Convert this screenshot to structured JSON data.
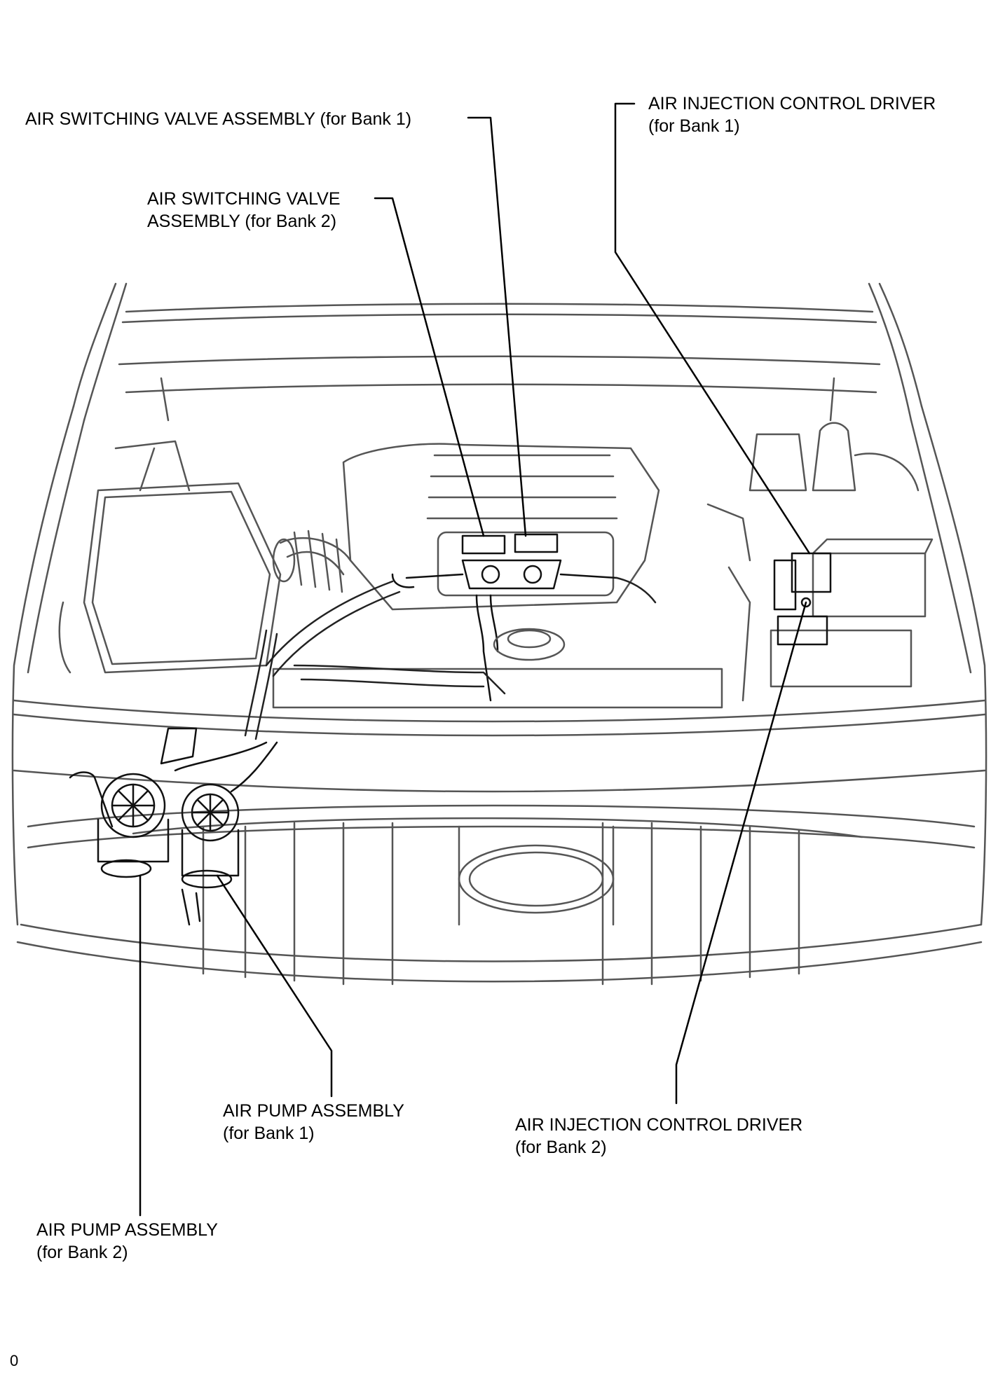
{
  "labels": {
    "air_switching_valve_bank1": {
      "line1": "AIR SWITCHING VALVE ASSEMBLY (for Bank 1)"
    },
    "air_injection_driver_bank1": {
      "line1": "AIR INJECTION CONTROL DRIVER",
      "line2": "(for Bank 1)"
    },
    "air_switching_valve_bank2": {
      "line1": "AIR SWITCHING VALVE",
      "line2": "ASSEMBLY (for Bank 2)"
    },
    "air_pump_bank1": {
      "line1": "AIR PUMP ASSEMBLY",
      "line2": "(for Bank 1)"
    },
    "air_injection_driver_bank2": {
      "line1": "AIR INJECTION CONTROL DRIVER",
      "line2": "(for Bank 2)"
    },
    "air_pump_bank2": {
      "line1": "AIR PUMP ASSEMBLY",
      "line2": "(for Bank 2)"
    }
  },
  "corner_mark": "0",
  "colors": {
    "line": "#000000",
    "drawing": "#555555",
    "background": "#ffffff"
  }
}
